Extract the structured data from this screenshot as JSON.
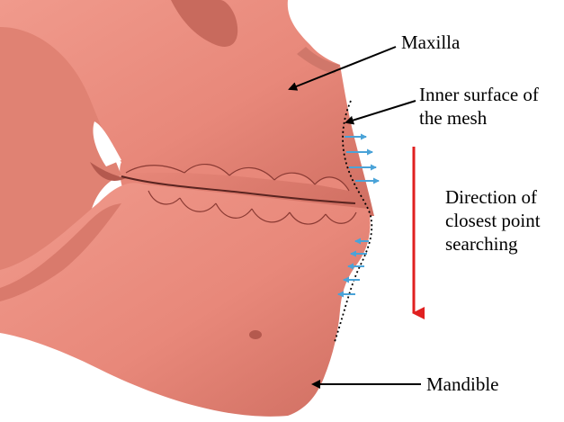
{
  "labels": {
    "maxilla": "Maxilla",
    "inner_surface": [
      "Inner surface of",
      "the mesh"
    ],
    "direction": [
      "Direction of",
      "closest point",
      "searching"
    ],
    "mandible": "Mandible"
  },
  "colors": {
    "bone": "#e8887a",
    "bone_shadow": "#c9685c",
    "bone_dark": "#8a3a33",
    "search_arrow": "#e02020",
    "normal_arrows": "#4aa3d8",
    "pointer_arrows": "#000000",
    "background": "#ffffff"
  }
}
